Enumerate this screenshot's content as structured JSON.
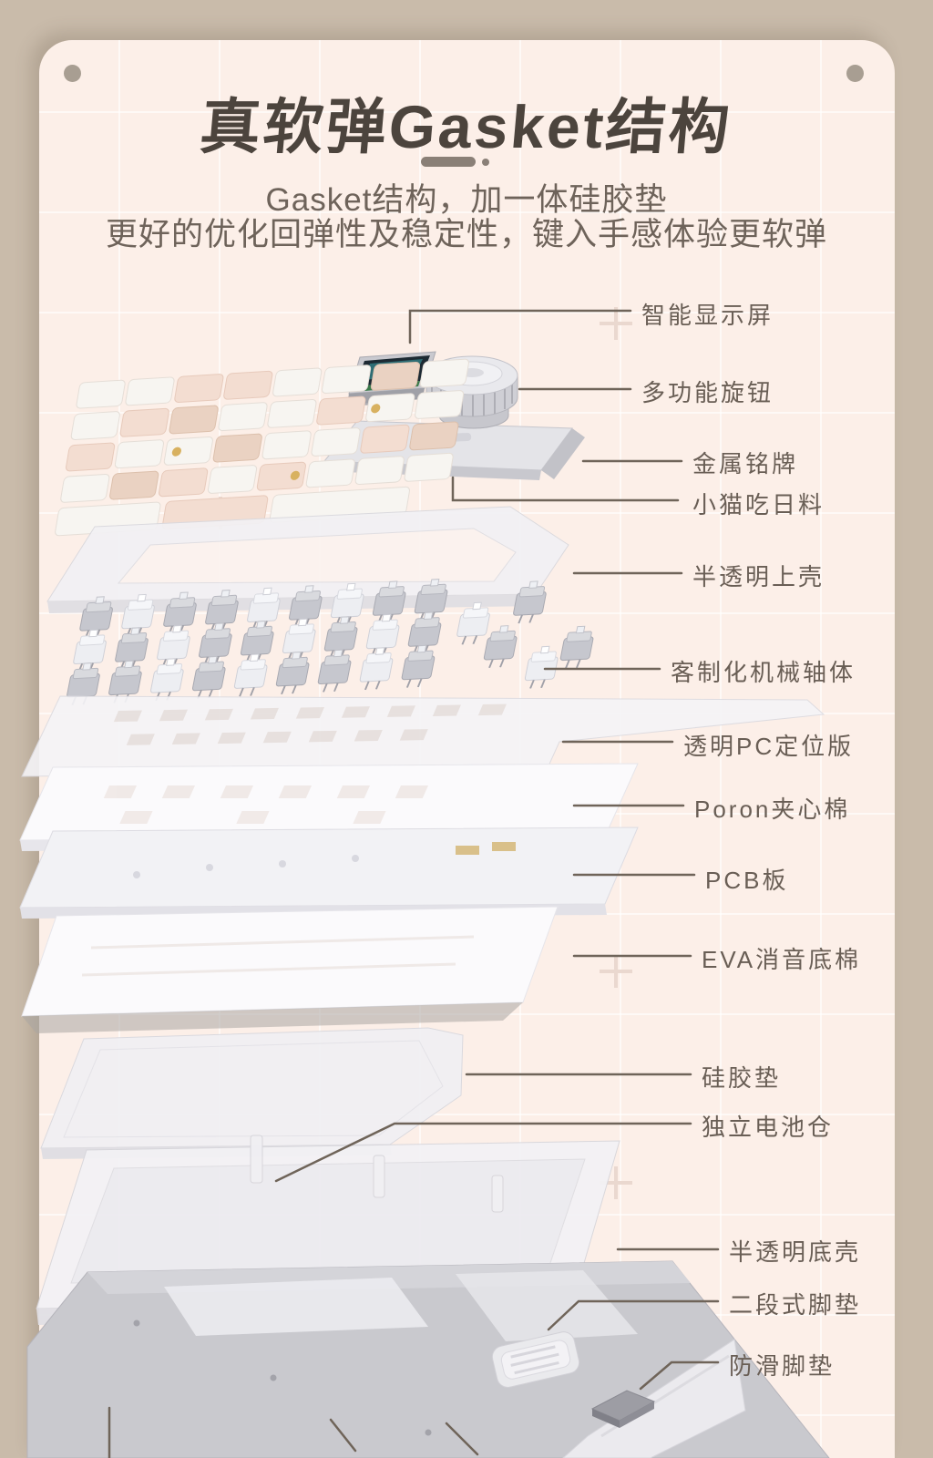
{
  "header": {
    "title": "真软弹Gasket结构",
    "subtitle_line1": "Gasket结构，加一体硅胶垫",
    "subtitle_line2": "更好的优化回弹性及稳定性，键入手感体验更软弹"
  },
  "diagram": {
    "labels": [
      {
        "id": "smart-display",
        "text": "智能显示屏"
      },
      {
        "id": "multi-function-knob",
        "text": "多功能旋钮"
      },
      {
        "id": "metal-nameplate",
        "text": "金属铭牌"
      },
      {
        "id": "keycap-theme",
        "text": "小猫吃日料"
      },
      {
        "id": "translucent-top-case",
        "text": "半透明上壳"
      },
      {
        "id": "custom-switches",
        "text": "客制化机械轴体"
      },
      {
        "id": "pc-plate",
        "text": "透明PC定位版"
      },
      {
        "id": "poron-foam",
        "text": "Poron夹心棉"
      },
      {
        "id": "pcb",
        "text": "PCB板"
      },
      {
        "id": "eva-foam",
        "text": "EVA消音底棉"
      },
      {
        "id": "silicone-pad",
        "text": "硅胶垫"
      },
      {
        "id": "battery-compartment",
        "text": "独立电池仓"
      },
      {
        "id": "translucent-bottom-case",
        "text": "半透明底壳"
      },
      {
        "id": "two-stage-feet",
        "text": "二段式脚垫"
      },
      {
        "id": "anti-slip-feet",
        "text": "防滑脚垫"
      }
    ]
  },
  "colors": {
    "frame": "#c9bbaa",
    "card_background": "#fcefe8",
    "title_text": "#4c443d",
    "label_text": "#695e55",
    "leader_line": "#6f6459"
  }
}
